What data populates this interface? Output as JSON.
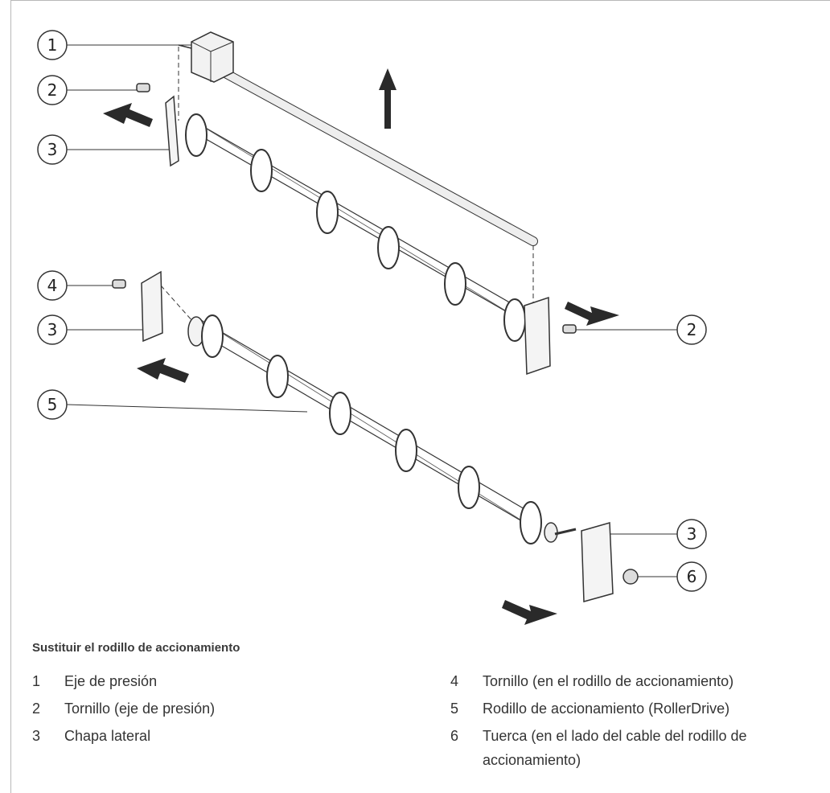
{
  "figure": {
    "title": "Sustituir el rodillo de accionamiento",
    "callouts": [
      "1",
      "2",
      "3",
      "4",
      "5",
      "6"
    ],
    "arrow_icon": "arrow-direction-icon"
  },
  "legend": [
    {
      "num": "1",
      "text": "Eje de presión"
    },
    {
      "num": "2",
      "text": "Tornillo (eje de presión)"
    },
    {
      "num": "3",
      "text": "Chapa lateral"
    },
    {
      "num": "4",
      "text": "Tornillo (en el rodillo de accionamiento)"
    },
    {
      "num": "5",
      "text": "Rodillo de accionamiento (RollerDrive)"
    },
    {
      "num": "6",
      "text": "Tuerca (en el lado del cable del rodillo de accionamiento)"
    }
  ],
  "colors": {
    "line": "#333333",
    "arrow": "#2a2a2a",
    "frame": "#b8b8b8",
    "text": "#333333"
  }
}
